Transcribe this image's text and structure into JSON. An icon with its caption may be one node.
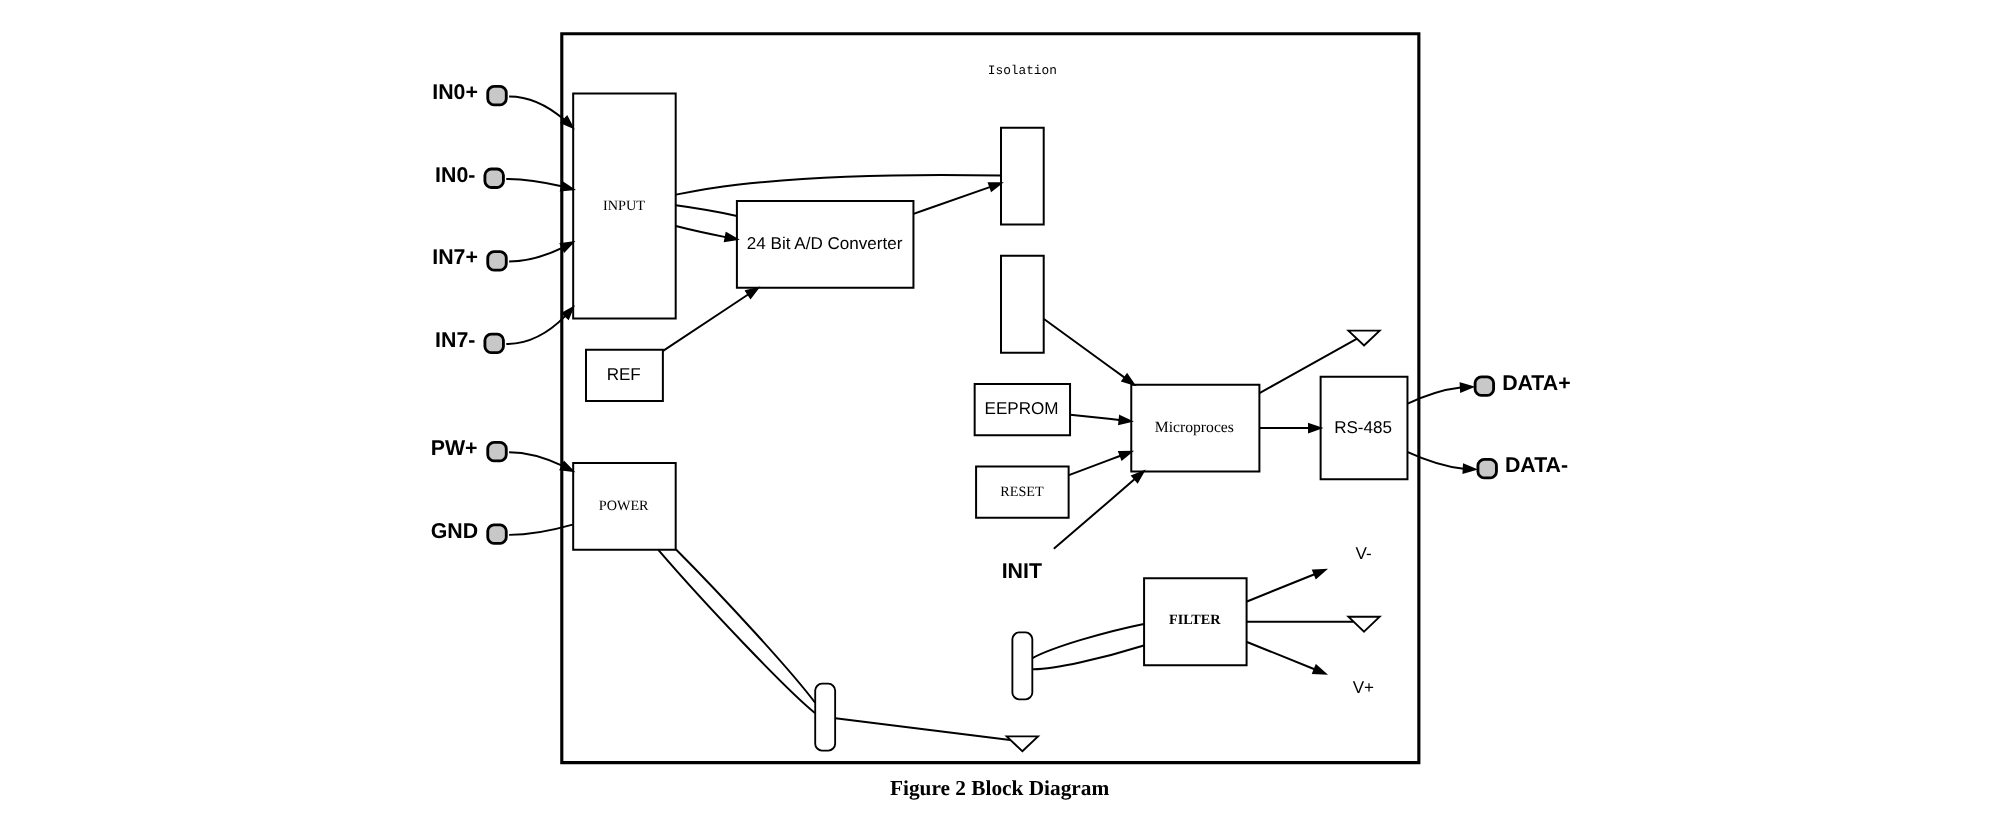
{
  "diagram": {
    "caption": "Figure 2 Block Diagram",
    "nodes": [
      {
        "text": [],
        "shape": "box"
      },
      {
        "text": [],
        "shape": "circle",
        "beside": [
          "IN0+"
        ]
      },
      {
        "text": [],
        "shape": "circle",
        "beside": [
          "IN0-"
        ]
      },
      {
        "text": [],
        "shape": "circle",
        "beside": [
          "IN7+"
        ]
      },
      {
        "text": [],
        "shape": "circle",
        "beside": [
          "IN7-"
        ]
      },
      {
        "text": [
          "INPUT"
        ],
        "in": 0
      },
      {
        "text": [
          "REF"
        ],
        "in": 0
      },
      {
        "text": [
          "24 Bit A/D Converter"
        ],
        "in": 0
      },
      {
        "text": [],
        "shape": "box",
        "in": 0
      },
      {
        "text": [],
        "shape": "box",
        "in": 0
      },
      {
        "text": [
          "EEPROM"
        ],
        "in": 0
      },
      {
        "text": [
          "RESET"
        ],
        "in": 0
      },
      {
        "text": [
          "Microproces"
        ],
        "in": 0
      },
      {
        "text": [
          "RS-485"
        ],
        "in": 0
      },
      {
        "text": [],
        "shape": "circle",
        "beside": [
          "DATA+"
        ]
      },
      {
        "text": [],
        "shape": "circle",
        "beside": [
          "DATA-"
        ]
      },
      {
        "text": [
          "INIT"
        ],
        "in": 0
      },
      {
        "text": [],
        "shape": "ground",
        "in": 0
      },
      {
        "text": [
          "FILTER"
        ],
        "in": 0
      },
      {
        "text": [
          "V+"
        ],
        "in": 0
      },
      {
        "text": [],
        "shape": "ground",
        "in": 0
      },
      {
        "text": [
          "V-"
        ],
        "in": 0
      },
      {
        "text": [],
        "shape": "coil",
        "in": 0
      },
      {
        "text": [],
        "shape": "coil",
        "in": 0
      },
      {
        "text": [],
        "shape": "ground",
        "in": 0
      },
      {
        "text": [
          "POWER"
        ],
        "in": 0
      },
      {
        "text": [],
        "shape": "circle",
        "beside": [
          "PW+"
        ]
      },
      {
        "text": [],
        "shape": "circle",
        "beside": [
          "GND"
        ]
      }
    ],
    "edges": [
      {
        "from": 1,
        "to": 5,
        "arrow": "to"
      },
      {
        "from": 2,
        "to": 5,
        "arrow": "to"
      },
      {
        "from": 3,
        "to": 5,
        "arrow": "to"
      },
      {
        "from": 4,
        "to": 5,
        "arrow": "to"
      },
      {
        "from": 6,
        "to": 7,
        "arrow": "to"
      },
      {
        "from": 5,
        "to": 7,
        "arrow": "to"
      },
      {
        "from": 5,
        "to": 7,
        "arrow": "none"
      },
      {
        "from": 5,
        "to": 8,
        "arrow": "none"
      },
      {
        "from": 7,
        "to": 8,
        "arrow": "to"
      },
      {
        "from": 9,
        "to": 12,
        "arrow": "to"
      },
      {
        "from": 10,
        "to": 12,
        "arrow": "to"
      },
      {
        "from": 11,
        "to": 12,
        "arrow": "to"
      },
      {
        "from": 12,
        "to": 13,
        "arrow": "to"
      },
      {
        "from": 13,
        "to": 14,
        "arrow": "to"
      },
      {
        "from": 13,
        "to": 15,
        "arrow": "to"
      },
      {
        "from": 16,
        "to": 12,
        "arrow": "to"
      },
      {
        "from": 12,
        "to": 17,
        "arrow": "none"
      },
      {
        "from": 18,
        "to": 19,
        "arrow": "to"
      },
      {
        "from": 18,
        "to": 20,
        "arrow": "none"
      },
      {
        "from": 18,
        "to": 21,
        "arrow": "to"
      },
      {
        "from": 18,
        "to": 22,
        "arrow": "none"
      },
      {
        "from": 18,
        "to": 22,
        "arrow": "none"
      },
      {
        "from": 23,
        "to": 25,
        "arrow": "none"
      },
      {
        "from": 23,
        "to": 25,
        "arrow": "none"
      },
      {
        "from": 23,
        "to": 24,
        "arrow": "none"
      },
      {
        "from": 26,
        "to": 25,
        "arrow": "to"
      },
      {
        "from": 27,
        "to": 25,
        "arrow": "none"
      }
    ],
    "labels": [
      "Isolation"
    ]
  }
}
